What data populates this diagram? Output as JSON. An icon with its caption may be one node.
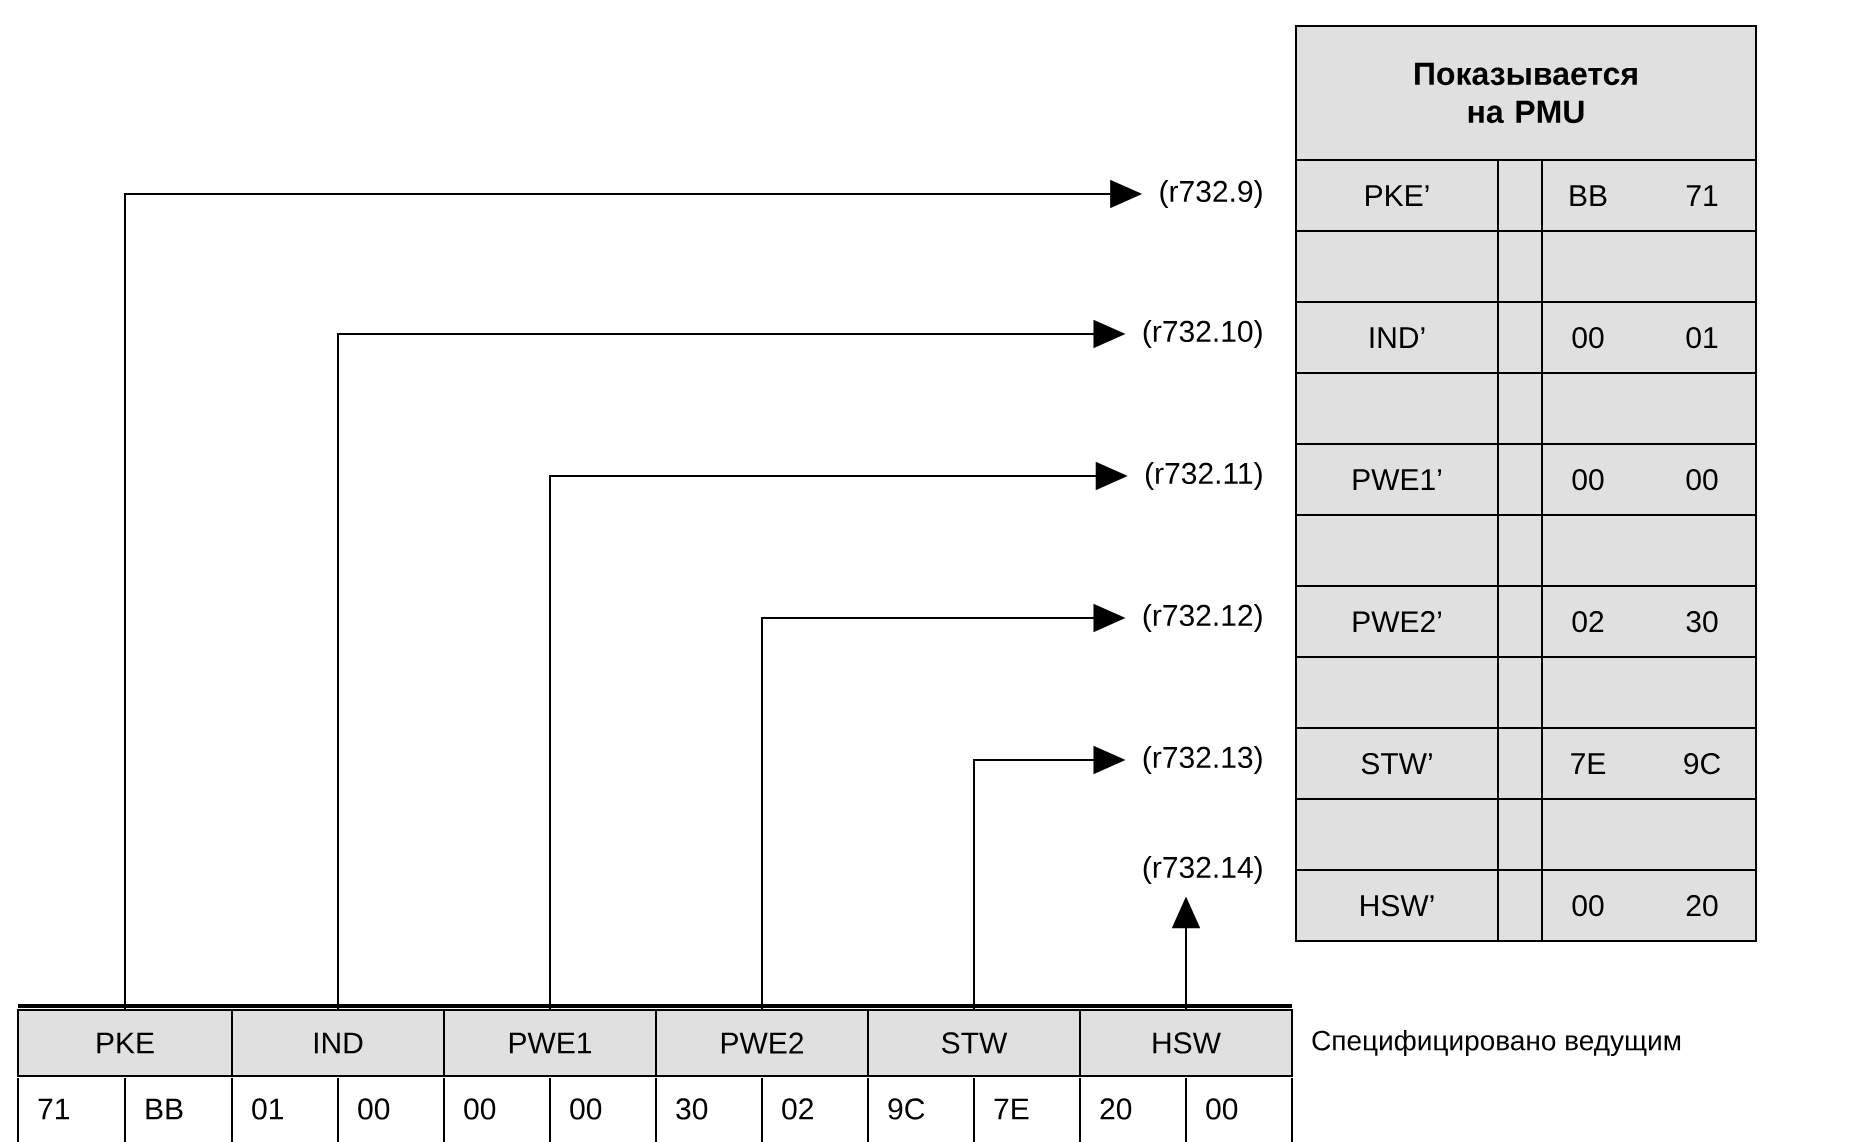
{
  "diagram": {
    "nodes": [
      {
        "text": [
          "PKE"
        ]
      },
      {
        "text": [
          "IND"
        ]
      },
      {
        "text": [
          "PWE1"
        ]
      },
      {
        "text": [
          "PWE2"
        ]
      },
      {
        "text": [
          "STW"
        ]
      },
      {
        "text": [
          "HSW"
        ]
      },
      {
        "text": [
          "(r732.9)"
        ]
      },
      {
        "text": [
          "(r732.10)"
        ]
      },
      {
        "text": [
          "(r732.11)"
        ]
      },
      {
        "text": [
          "(r732.12)"
        ]
      },
      {
        "text": [
          "(r732.13)"
        ]
      },
      {
        "text": [
          "(r732.14)"
        ]
      }
    ],
    "edges": [
      {
        "from": 0,
        "to": 6,
        "arrow": "to"
      },
      {
        "from": 1,
        "to": 7,
        "arrow": "to"
      },
      {
        "from": 2,
        "to": 8,
        "arrow": "to"
      },
      {
        "from": 3,
        "to": 9,
        "arrow": "to"
      },
      {
        "from": 4,
        "to": 10,
        "arrow": "to"
      },
      {
        "from": 5,
        "to": 11,
        "arrow": "to"
      }
    ],
    "labels": [
      "**Показывается на PMU**",
      "PKE’",
      "BB",
      "71",
      "IND’",
      "00",
      "01",
      "PWE1’",
      "00",
      "00",
      "PWE2’",
      "02",
      "30",
      "STW’",
      "7E",
      "9C",
      "HSW’",
      "00",
      "20",
      "71",
      "BB",
      "01",
      "00",
      "00",
      "00",
      "30",
      "02",
      "9C",
      "7E",
      "20",
      "00",
      "Специфицировано ведущим"
    ]
  }
}
